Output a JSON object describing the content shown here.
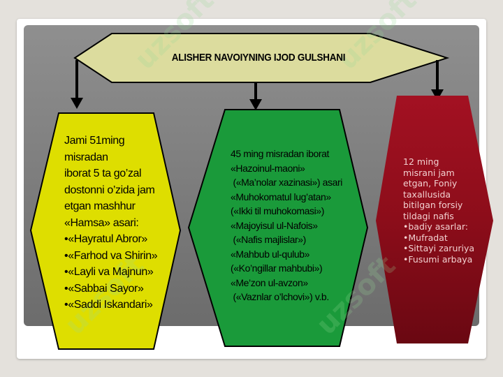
{
  "title": "ALISHER NAVOIYNING IJOD GULSHANI",
  "left_box": {
    "lines": [
      "Jami 51ming",
      "misradan",
      "iborat 5 ta go’zal",
      "dostonni o’zida jam",
      "etgan mashhur",
      "«Hamsa» asari:"
    ],
    "bullets": [
      "«Hayratul Abror»",
      "«Farhod va Shirin»",
      "«Layli va Majnun»",
      "«Sabbai Sayor»",
      "«Saddi Iskandari»"
    ]
  },
  "middle_box": {
    "lines": [
      "45 ming misradan iborat",
      "«Hazoinul-maoni»",
      " («Ma’nolar xazinasi») asari",
      "«Muhokomatul lug’atan»",
      "(«Ikki til muhokomasi»)",
      "«Majoyisul ul-Nafois»",
      " («Nafis majlislar»)",
      "«Mahbub ul-qulub»",
      "(«Ko’ngillar mahbubi»)",
      "«Me’zon ul-avzon»",
      " («Vaznlar o’lchovi») v.b."
    ]
  },
  "right_box": {
    "lines": [
      "12 ming",
      "misrani jam",
      "etgan, Foniy",
      "taxallusida",
      "bitilgan forsiy",
      "tildagi nafis"
    ],
    "bullets": [
      "badiy asarlar:",
      "Mufradat",
      "Sittayi zaruriya",
      "Fusumi arbaya"
    ]
  },
  "colors": {
    "title_fill": "#dcdc9e",
    "left_fill": "#dede00",
    "middle_fill": "#1a9a3a",
    "right_fill": "#8c0d1a",
    "arrow": "#000000"
  },
  "watermark": "uzsoft"
}
